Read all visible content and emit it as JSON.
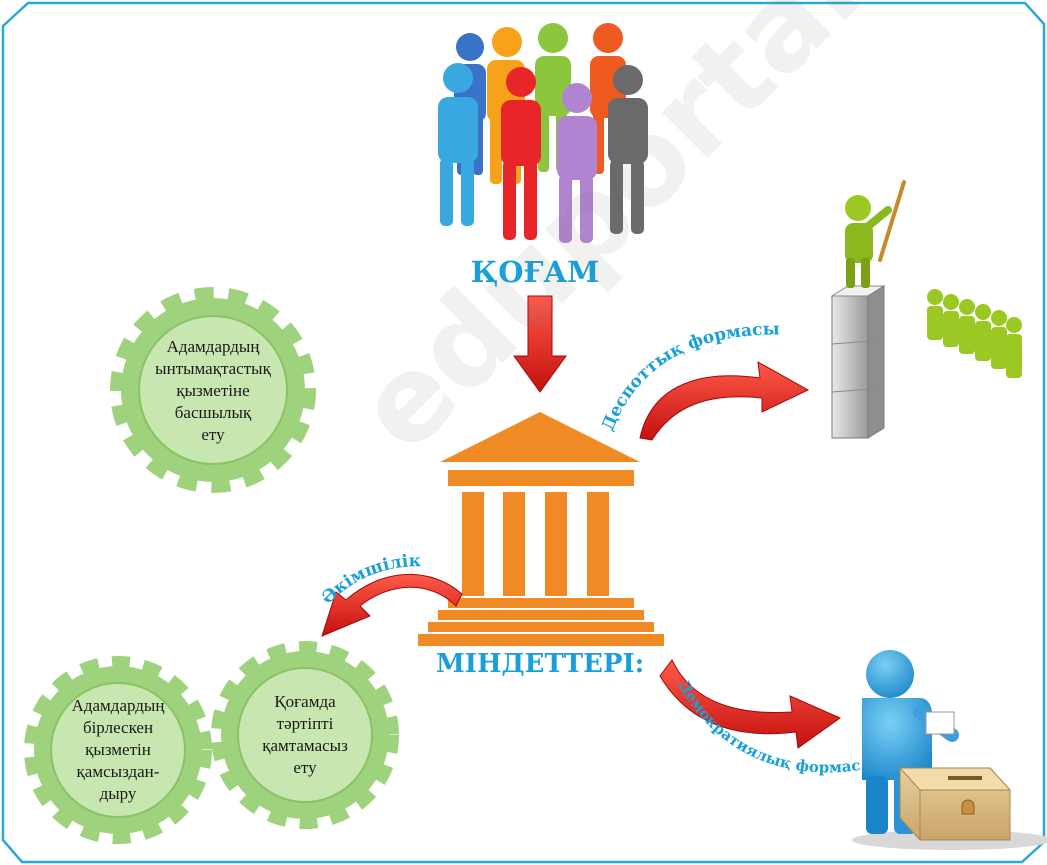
{
  "title_society": "ҚОҒАМ",
  "label_tasks": "МІНДЕТТЕРІ:",
  "arrow_labels": {
    "despotic": "Деспоттық формасы",
    "democratic": "Демократиялық формасы",
    "administrative": "Әкімшілік"
  },
  "gears": [
    {
      "lines": [
        "Адамдардың",
        "ынтымақтастық",
        "қызметіне",
        "басшылық",
        "ету"
      ]
    },
    {
      "lines": [
        "Адамдардың",
        "бірлескен",
        "қызметін",
        "қамсыздан-",
        "дыру"
      ]
    },
    {
      "lines": [
        "Қоғамда",
        "тәртіпті",
        "қамтамасыз",
        "ету"
      ]
    }
  ],
  "watermark": "eduportal.uz",
  "colors": {
    "frame": "#2ba8d8",
    "title_blue": "#1aa0d8",
    "building_orange": "#f08a24",
    "arrow_red": "#e0201c",
    "gear_green": "#9fd27c",
    "gear_inner": "#c8e6b0"
  }
}
